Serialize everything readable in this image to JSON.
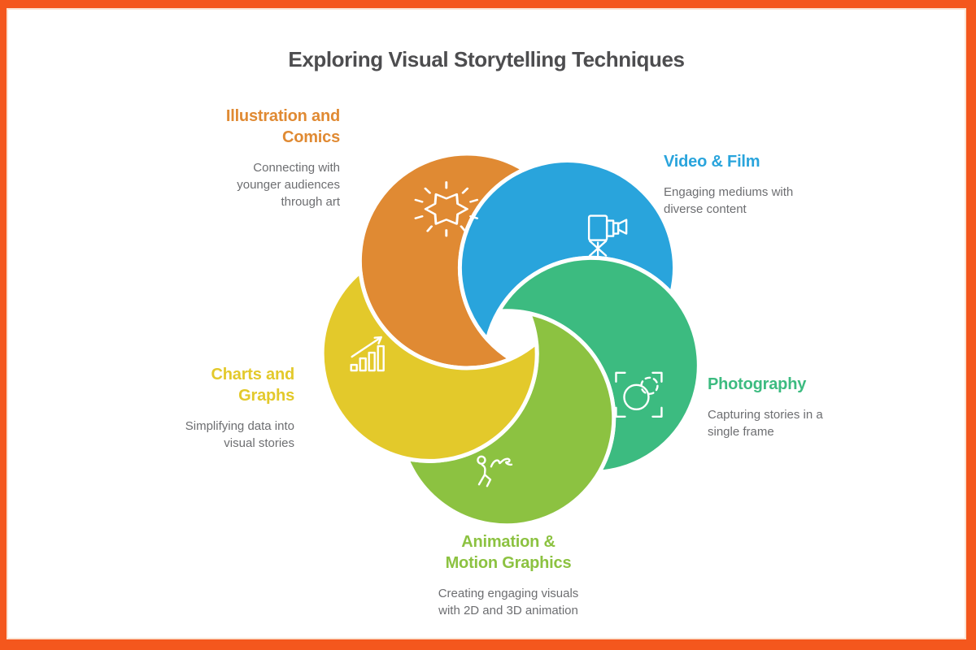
{
  "frame": {
    "border_color": "#F4571D",
    "background": "#FFFFFF"
  },
  "title": {
    "text": "Exploring Visual Storytelling Techniques",
    "color": "#4D4D4F"
  },
  "body_text_color": "#6D6E71",
  "petal_outline_color": "#FFFFFF",
  "sections": [
    {
      "id": "illustration-and-comics",
      "label": "Illustration and Comics",
      "description": "Connecting with younger audiences through art",
      "color": "#E08A33",
      "icon": "comic-burst-icon"
    },
    {
      "id": "video-and-film",
      "label": "Video & Film",
      "description": "Engaging mediums with diverse content",
      "color": "#29A4DC",
      "icon": "video-camera-icon"
    },
    {
      "id": "photography",
      "label": "Photography",
      "description": "Capturing stories in a single frame",
      "color": "#3CBB80",
      "icon": "camera-focus-icon"
    },
    {
      "id": "animation-motion-graphics",
      "label": "Animation & Motion Graphics",
      "description": "Creating engaging visuals with 2D and 3D animation",
      "color": "#8CC241",
      "icon": "walking-figure-icon"
    },
    {
      "id": "charts-and-graphs",
      "label": "Charts and Graphs",
      "description": "Simplifying data into visual stories",
      "color": "#E3C92B",
      "icon": "bar-chart-icon"
    }
  ]
}
